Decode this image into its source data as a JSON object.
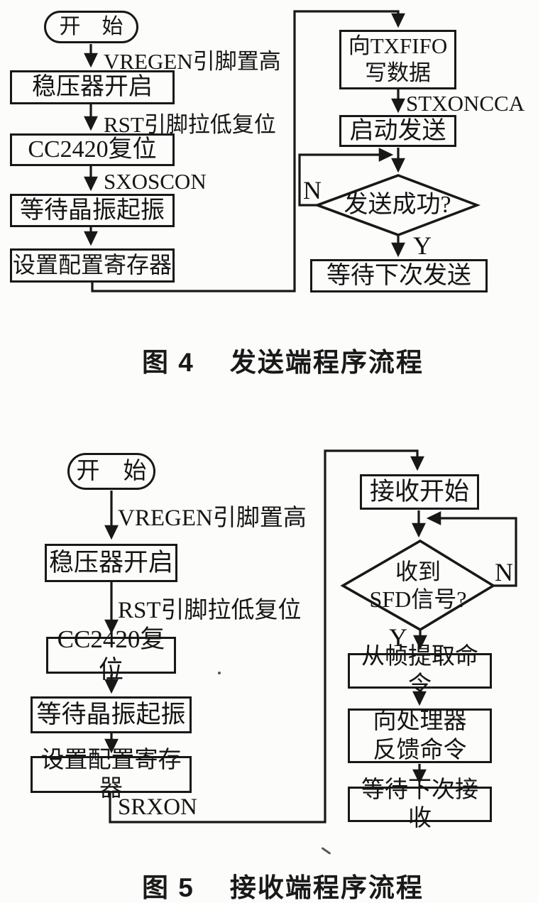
{
  "fig4": {
    "start": "开　始",
    "edge_vregen": "VREGEN引脚置高",
    "box_regulator": "稳压器开启",
    "edge_rst": "RST引脚拉低复位",
    "box_cc2420": "CC2420复位",
    "edge_sxoscon": "SXOSCON",
    "box_osc": "等待晶振起振",
    "box_config": "设置配置寄存器",
    "box_txfifo": "向TXFIFO\n写数据",
    "edge_stxoncca": "STXONCCA",
    "box_start_tx": "启动发送",
    "decision_tx": "发送成功?",
    "label_n": "N",
    "label_y": "Y",
    "box_wait_tx": "等待下次发送",
    "caption_num": "图 4",
    "caption_title": "发送端程序流程"
  },
  "fig5": {
    "start": "开　始",
    "edge_vregen": "VREGEN引脚置高",
    "box_regulator": "稳压器开启",
    "edge_rst": "RST引脚拉低复位",
    "box_cc2420": "CC2420复位",
    "box_osc": "等待晶振起振",
    "box_config": "设置配置寄存器",
    "edge_srxon": "SRXON",
    "box_rx_start": "接收开始",
    "decision_rx": "收到\nSFD信号?",
    "label_n": "N",
    "label_y": "Y",
    "box_extract": "从帧提取命令",
    "box_feedback": "向处理器\n反馈命令",
    "box_wait_rx": "等待下次接收",
    "caption_num": "图 5",
    "caption_title": "接收端程序流程"
  }
}
